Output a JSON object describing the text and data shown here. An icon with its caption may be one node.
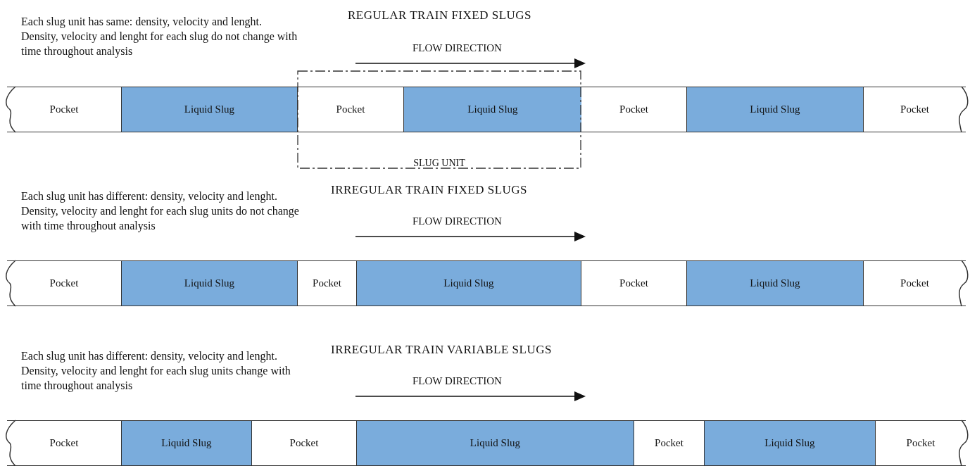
{
  "diagram": {
    "nodes": [
      {
        "text": [
          "Pocket"
        ]
      },
      {
        "text": [
          "Liquid Slug"
        ]
      },
      {
        "text": [
          "SLUG UNIT"
        ]
      },
      {
        "text": [
          "Pocket"
        ],
        "in": 2
      },
      {
        "text": [
          "Liquid Slug"
        ],
        "in": 2
      },
      {
        "text": [
          "Pocket"
        ]
      },
      {
        "text": [
          "Liquid Slug"
        ]
      },
      {
        "text": [
          "Pocket"
        ]
      },
      {
        "text": [
          "Pocket"
        ]
      },
      {
        "text": [
          "Liquid Slug"
        ]
      },
      {
        "text": [
          "Pocket"
        ]
      },
      {
        "text": [
          "Liquid Slug"
        ]
      },
      {
        "text": [
          "Pocket"
        ]
      },
      {
        "text": [
          "Liquid Slug"
        ]
      },
      {
        "text": [
          "Pocket"
        ]
      },
      {
        "text": [
          "Pocket"
        ]
      },
      {
        "text": [
          "Liquid Slug"
        ]
      },
      {
        "text": [
          "Pocket"
        ]
      },
      {
        "text": [
          "Liquid Slug"
        ]
      },
      {
        "text": [
          "Pocket"
        ]
      },
      {
        "text": [
          "Liquid Slug"
        ]
      },
      {
        "text": [
          "Pocket"
        ]
      }
    ],
    "labels": [
      "Each slug unit has same: density, velocity and lenght. Density, velocity and lenght for each slug do not change with time throughout analysis",
      "REGULAR TRAIN FIXED SLUGS",
      "FLOW DIRECTION",
      "Each slug unit has different: density, velocity and lenght. Density, velocity and lenght for each slug units do not change with time throughout analysis",
      "IRREGULAR TRAIN FIXED SLUGS",
      "FLOW DIRECTION",
      "Each slug unit has different: density, velocity and lenght. Density, velocity and lenght for each slug units change with time throughout analysis",
      "IRREGULAR TRAIN VARIABLE SLUGS",
      "FLOW DIRECTION"
    ]
  }
}
